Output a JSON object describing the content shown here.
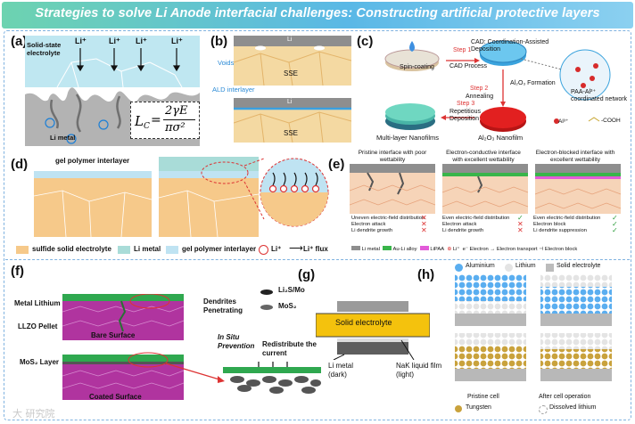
{
  "title": "Strategies to solve Li Anode interfacial challenges: Constructing artificial protective layers",
  "panels": {
    "a": {
      "label": "(a)",
      "electrolyte": "Solid-state electrolyte",
      "li_ion": "Li⁺",
      "li_metal": "Li metal",
      "equation": "L_C = 2γE / πσ²",
      "eq_lhs": "L",
      "eq_sub": "C",
      "eq_num": "2γE",
      "eq_den": "πσ²"
    },
    "b": {
      "label": "(b)",
      "voids": "Voids",
      "ald": "ALD interlayer",
      "li": "Li",
      "sse": "SSE"
    },
    "c": {
      "label": "(c)",
      "cad": "CAD: Coordination-Assisted Deposition",
      "spin": "Spin-coating",
      "step1": "Step 1",
      "step1_text": "CAD Process",
      "step2": "Step 2",
      "step2_text": "Annealing",
      "al2o3_formation": "Al₂O₃ Formation",
      "step3": "Step 3",
      "step3_text": "Repetitious Deposition",
      "multi": "Multi-layer Nanofilms",
      "al2o3": "Al₂O₃ Nanofilm",
      "paa": "PAA-Al³⁺ coordinated network",
      "al_ion": "Al³⁺",
      "cooh": "-COOH"
    },
    "d": {
      "label": "(d)",
      "gel": "gel polymer interlayer"
    },
    "e": {
      "label": "(e)",
      "col1_title": "Pristine interface with poor wettability",
      "col2_title": "Electron-conductive interface with excellent wettability",
      "col3_title": "Electron-blocked interface with excellent wettability",
      "col1_lines": [
        "Uneven electric-field distribution",
        "Electron attack",
        "Li dendrite growth"
      ],
      "col2_lines": [
        "Even electric-field distribution",
        "Electron attack",
        "Li dendrite growth"
      ],
      "col3_lines": [
        "Even electric-field distribution",
        "Electron block",
        "Li dendrite suppression"
      ],
      "legend": [
        "Li metal",
        "Au-Li alloy",
        "LiPAA",
        "Li⁺",
        "e⁻ Electron",
        "Electron transport",
        "Electron block"
      ]
    },
    "legend_row": {
      "sulfide": "sulfide solid electrolyte",
      "li_metal": "Li metal",
      "gel": "gel polymer interlayer",
      "li_ion": "Li⁺",
      "flux": "Li⁺ flux"
    },
    "f": {
      "label": "(f)",
      "metal_li": "Metal Lithium",
      "llzo": "LLZO Pellet",
      "mos2_layer": "MoS₂ Layer",
      "bare": "Bare Surface",
      "coated": "Coated Surface",
      "dendrites": "Dendrites Penetrating",
      "insitu": "In Situ Prevention",
      "redistribute": "Redistribute the current",
      "li2s": "Li₂S/Mo",
      "mos2": "MoS₂"
    },
    "g": {
      "label": "(g)",
      "solid": "Solid electrolyte",
      "li_metal": "Li metal (dark)",
      "nak": "NaK liquid film (light)"
    },
    "h": {
      "label": "(h)",
      "aluminium": "Aluminium",
      "lithium": "Lithium",
      "solid_electrolyte": "Solid electrolyte",
      "pristine": "Pristine cell",
      "after": "After cell operation",
      "tungsten": "Tungsten",
      "dissolved": "Dissolved lithium"
    },
    "watermark": "大 研究院"
  },
  "colors": {
    "sulfide": "#f6c98a",
    "li_metal": "#a9dcd8",
    "gel": "#bfe3f2",
    "magenta": "#c23bb0",
    "green": "#38b764",
    "gold": "#f2c200",
    "blue_atom": "#5aaef0",
    "tungsten": "#c9a23c"
  }
}
